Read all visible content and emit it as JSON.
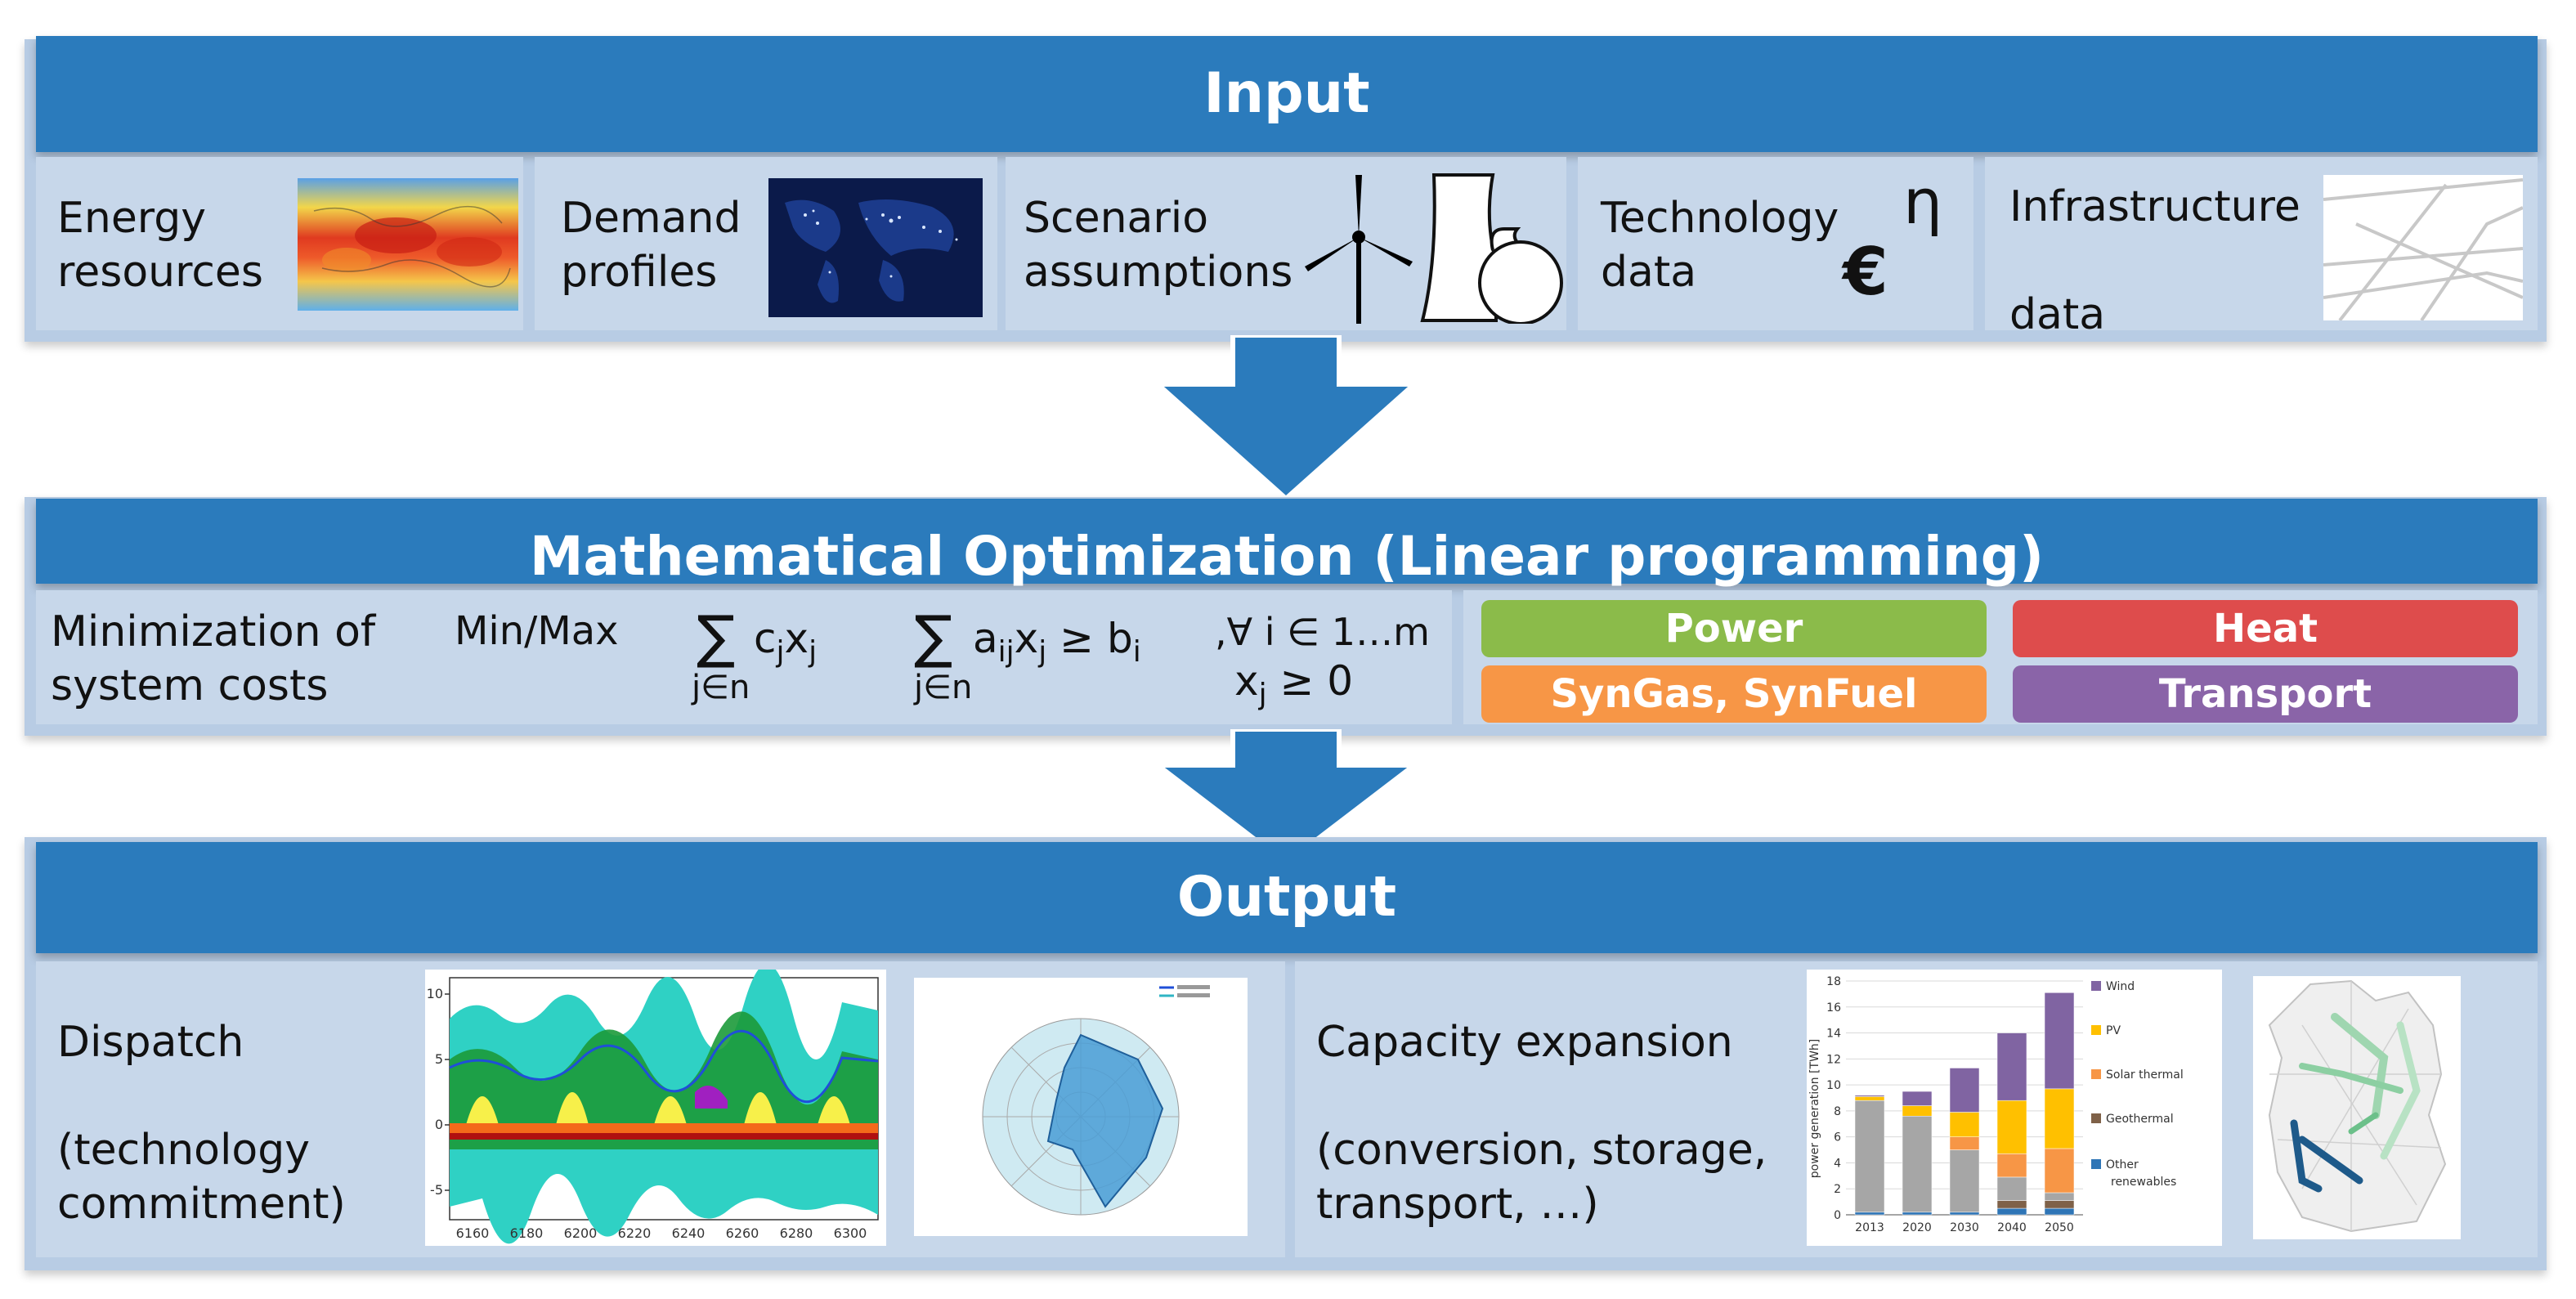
{
  "input": {
    "title": "Input",
    "items": [
      {
        "label": "Energy\nresources"
      },
      {
        "label": "Demand\nprofiles"
      },
      {
        "label": "Scenario\nassumptions"
      },
      {
        "label": "Technology\ndata",
        "sym_eta": "η",
        "sym_euro": "€"
      },
      {
        "label": "Infrastructure\n\ndata"
      }
    ]
  },
  "optimization": {
    "title": "Mathematical Optimization (Linear programming)",
    "objective_label": "Minimization of\nsystem costs",
    "minmax": "Min/Max",
    "sum1": "c",
    "sum1_sub": "j",
    "sum1_x": "x",
    "sum1_xsub": "j",
    "sum_index": "j∈n",
    "sum2": "a",
    "sum2_sub": "ij",
    "sum2_x": "x",
    "sum2_xsub": "j",
    "sum2_rel": "≥ b",
    "sum2_rsub": "i",
    "forall": ",∀ i ∈ 1…m",
    "nonneg_x": "x",
    "nonneg_sub": "j",
    "nonneg_rel": "≥ 0",
    "sectors": [
      {
        "label": "Power",
        "color": "#8bbb4a"
      },
      {
        "label": "Heat",
        "color": "#de4c4c"
      },
      {
        "label": "SynGas, SynFuel",
        "color": "#f79646"
      },
      {
        "label": "Transport",
        "color": "#8a64a8"
      }
    ]
  },
  "output": {
    "title": "Output",
    "dispatch_label": "Dispatch\n\n(technology\ncommitment)",
    "capacity_label": "Capacity expansion\n\n(conversion, storage,\ntransport, …)",
    "dispatch_chart": {
      "y_ticks": [
        "10",
        "5",
        "0",
        "-5"
      ],
      "x_ticks": [
        "6160",
        "6180",
        "6200",
        "6220",
        "6240",
        "6260",
        "6280",
        "6300"
      ]
    }
  },
  "chart_data": {
    "type": "bar",
    "ylabel": "power generation [TWh]",
    "categories": [
      "2013",
      "2020",
      "2030",
      "2040",
      "2050"
    ],
    "ylim": [
      0,
      18
    ],
    "y_ticks": [
      "0",
      "2",
      "4",
      "6",
      "8",
      "10",
      "12",
      "14",
      "16",
      "18"
    ],
    "series": [
      {
        "name": "Other renewables",
        "values": [
          0.2,
          0.2,
          0.2,
          0.5,
          0.5
        ],
        "color": "#2e75b6"
      },
      {
        "name": "Geothermal",
        "values": [
          0.0,
          0.0,
          0.0,
          0.6,
          0.6
        ],
        "color": "#7f6148"
      },
      {
        "name": "",
        "values": [
          8.6,
          7.4,
          4.8,
          1.8,
          0.6
        ],
        "color": "#a6a6a6"
      },
      {
        "name": "Solar thermal",
        "values": [
          0.0,
          0.0,
          1.0,
          1.8,
          3.4
        ],
        "color": "#f79646"
      },
      {
        "name": "PV",
        "values": [
          0.3,
          0.8,
          1.9,
          4.1,
          4.6
        ],
        "color": "#ffc000"
      },
      {
        "name": "Wind",
        "values": [
          0.1,
          1.1,
          3.4,
          5.2,
          7.4
        ],
        "color": "#8064a2"
      }
    ],
    "legend_position": "right"
  }
}
